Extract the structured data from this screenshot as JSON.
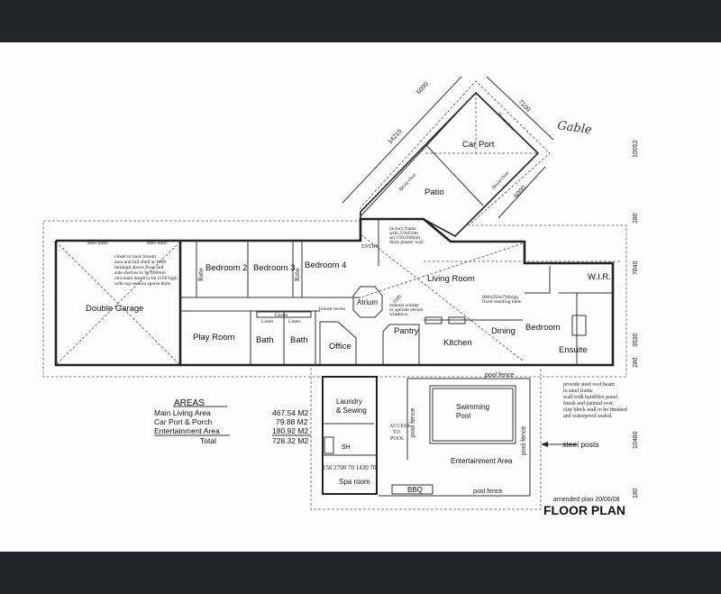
{
  "title": "FLOOR PLAN",
  "amended": "amended plan 20/06/08",
  "gable_note": "Gable",
  "rooms": {
    "double_garage": "Double Garage",
    "bedroom2": "Bedroom 2",
    "bedroom3": "Bedroom 3",
    "bedroom4": "Bedroom 4",
    "robe": "Robe",
    "play_room": "Play Room",
    "bath": "Bath",
    "closet": "Closet",
    "linen": "Linen",
    "office": "Office",
    "atrium": "Atrium",
    "entry": "ENTRY",
    "living_room": "Living Room",
    "pantry": "Pantry",
    "kitchen": "Kitchen",
    "dining": "Dining",
    "bedroom": "Bedroom",
    "wir": "W.I.R.",
    "ensuite": "Ensuite",
    "car_port": "Car Port",
    "patio": "Patio",
    "laundry": "Laundry",
    "sewing": "& Sewing",
    "sh": "SH",
    "spa_room": "Spa room",
    "bbq": "BBQ",
    "swimming": "Swimming",
    "pool": "Pool",
    "entertainment_area": "Entertainment Area",
    "access": "ACCESS",
    "to": "TO",
    "pool_cap": "POOL"
  },
  "labels": {
    "beam_over": "Beam Over",
    "pool_fence": "pool fence",
    "steel_posts": "steel posts",
    "steel_lintel": "steel lintel",
    "broom_recess": "broom recess",
    "spa_dims": "150  2700 70 1430 70"
  },
  "dimensions": {
    "d6000a": "6000",
    "d14215": "14215",
    "d7100": "7100",
    "d6000b": "6000",
    "d10052": "10052",
    "d7640": "7640",
    "d3530": "3530",
    "d10480": "10480",
    "d280a": "280",
    "d280b": "280",
    "d180": "180",
    "d1100": "1100"
  },
  "notes": {
    "closet_note": [
      "closet to have broom",
      "area and full shelf at 1600",
      "mmhigh above floor and",
      "side shelves to be 400mm",
      "ctrs.main doors to be 2100 high",
      "with top section sparse door."
    ],
    "roof_note": [
      "provide  steel roof beam",
      "to steel frame",
      "wall with hardiflex panel",
      "finish and painted over,",
      "clay block wall to be finished",
      "and waterproof sealed."
    ],
    "window_note": [
      "manual winder",
      "to operate atrium",
      "windows."
    ],
    "entry_note": [
      "factory frame",
      "with 2.0x0.6m",
      "set 150/200mm",
      "thick plaster wall"
    ],
    "kitchen_note": [
      "800x950x750high",
      "fixed standing table"
    ]
  },
  "areas": {
    "heading": "AREAS",
    "rows": [
      {
        "label": "Main Living Area",
        "value": "467.54 M2"
      },
      {
        "label": "Car Port & Porch",
        "value": "79.88 M2"
      },
      {
        "label": "Entertainment Area",
        "value": "180.92 M2"
      }
    ],
    "total_label": "Total",
    "total_value": "728.32 M2"
  }
}
